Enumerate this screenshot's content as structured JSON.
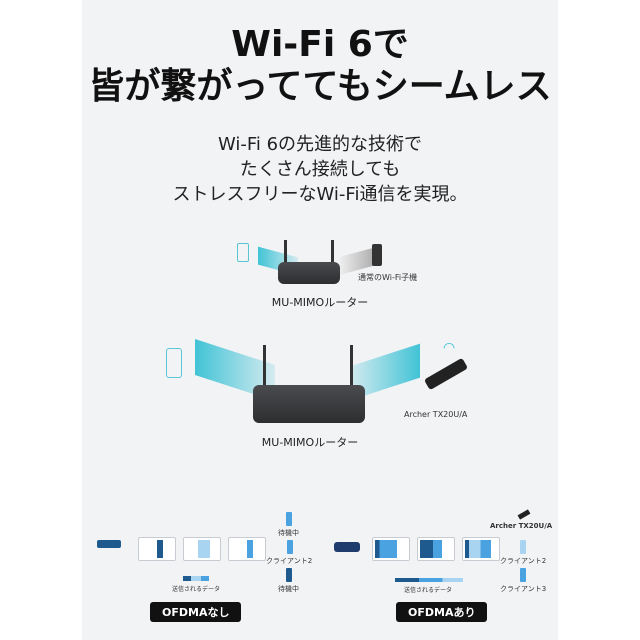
{
  "headline": {
    "line1": "Wi-Fi 6で",
    "line2": "皆が繋がっててもシームレス"
  },
  "subtitle": {
    "line1": "Wi-Fi 6の先進的な技術で",
    "line2": "たくさん接続しても",
    "line3": "ストレスフリーなWi-Fi通信を実現。"
  },
  "mimo_top": {
    "device_label": "通常のWi-Fi子機",
    "router_label": "MU-MIMOルーター"
  },
  "mimo_bottom": {
    "device_label": "Archer TX20U/A",
    "router_label": "MU-MIMOルーター"
  },
  "ofdma_off": {
    "badge": "OFDMAなし",
    "legend": "送信されるデータ",
    "clients": [
      "待機中",
      "クライアント2",
      "待機中"
    ]
  },
  "ofdma_on": {
    "badge": "OFDMAあり",
    "legend": "送信されるデータ",
    "clients": [
      "Archer TX20U/A",
      "クライアント2",
      "クライアント3"
    ]
  },
  "colors": {
    "dark_blue": "#1f5a8f",
    "mid_blue": "#4aa3e0",
    "light_blue": "#a8d4f2",
    "cyan": "#2ebed2"
  }
}
